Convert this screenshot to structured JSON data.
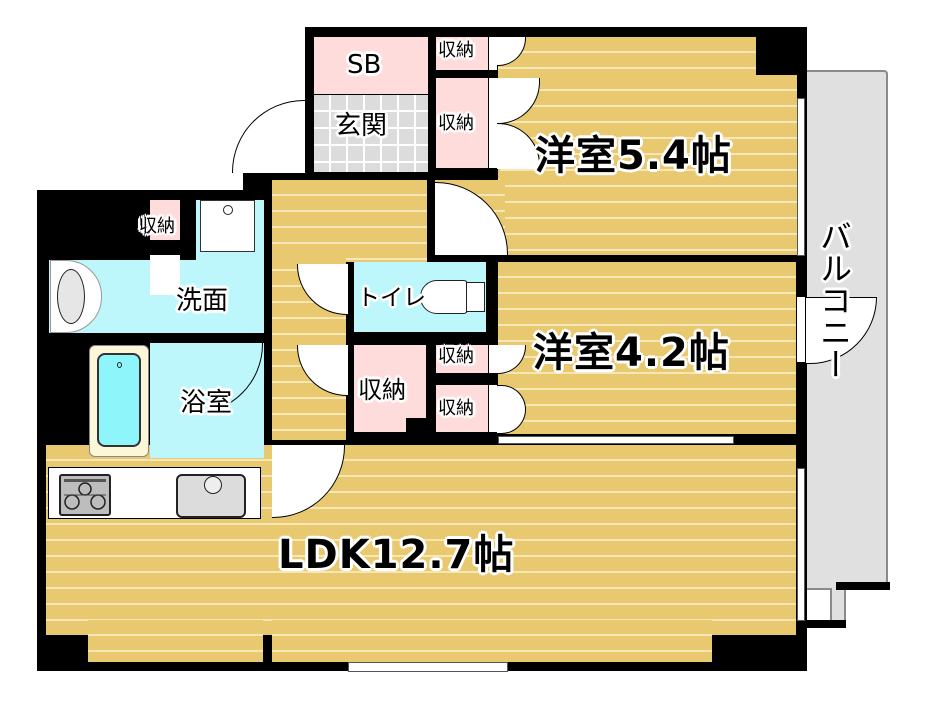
{
  "floor_plan": {
    "rooms": {
      "western_room_1": {
        "name": "洋室",
        "size": "5.4",
        "unit": "帖",
        "label": "洋室5.4帖"
      },
      "western_room_2": {
        "name": "洋室",
        "size": "4.2",
        "unit": "帖",
        "label": "洋室4.2帖"
      },
      "ldk": {
        "name": "LDK",
        "size": "12.7",
        "unit": "帖",
        "label": "LDK12.7帖"
      },
      "entrance": {
        "label": "玄関"
      },
      "shoe_box": {
        "label": "SB"
      },
      "washroom": {
        "label": "洗面"
      },
      "bathroom": {
        "label": "浴室"
      },
      "toilet": {
        "label": "トイレ"
      },
      "balcony": {
        "label": "バルコニー"
      }
    },
    "storage": [
      {
        "id": "storage-1",
        "label": "収納"
      },
      {
        "id": "storage-2",
        "label": "収納"
      },
      {
        "id": "storage-3",
        "label": "収納"
      },
      {
        "id": "storage-4",
        "label": "収納"
      },
      {
        "id": "storage-5",
        "label": "収納"
      },
      {
        "id": "storage-6",
        "label": "収納"
      },
      {
        "id": "storage-7",
        "label": "収納"
      }
    ],
    "fixtures": [
      "stove-icon",
      "sink-icon",
      "bathtub-icon",
      "washbasin-icon",
      "washing-machine-icon",
      "toilet-icon"
    ],
    "colors": {
      "wood_floor": "#e9c96f",
      "storage": "#ffdcdc",
      "wet_area": "#bdf7fb",
      "entrance_tile": "#dcdcdc",
      "balcony": "#e0e0e0",
      "wall": "#000000"
    }
  }
}
